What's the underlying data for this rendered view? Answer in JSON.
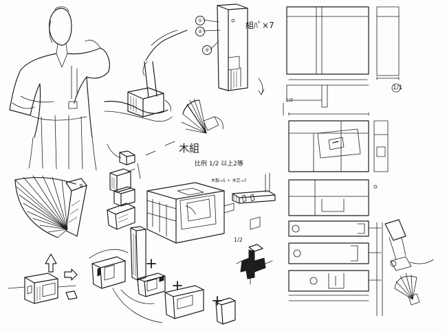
{
  "notes": {
    "kumiko": "組ﾊﾟ×7",
    "kigumi": "木組",
    "scale": "比例 1/2 以上2等",
    "parts": "木製→5 ＋ 木芯→7",
    "scale_2": "1/2",
    "scale_3": "1/1",
    "scale_4": "1/2"
  },
  "markers": {
    "m1": "①",
    "m2": "②",
    "m3": "③"
  }
}
